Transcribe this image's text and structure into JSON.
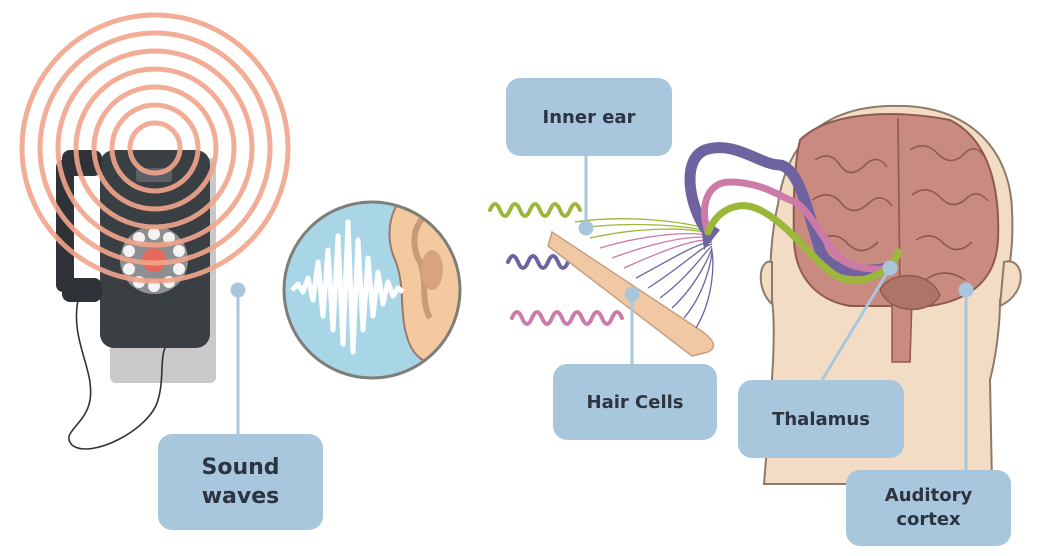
{
  "labels": {
    "sound_waves": "Sound waves",
    "inner_ear": "Inner ear",
    "hair_cells": "Hair Cells",
    "thalamus": "Thalamus",
    "auditory_cortex": "Auditory cortex"
  },
  "colors": {
    "label_bg": "#a9c7dc",
    "connector": "#a9c7dc",
    "sound_rings": "#f2a58c",
    "phone_body": "#3a3f44",
    "brain": "#c98a7f",
    "head_skin": "#f3dcc4",
    "nerve_green": "#9bb83a",
    "nerve_purple": "#6e63a0",
    "nerve_pink": "#cc7aa8"
  }
}
